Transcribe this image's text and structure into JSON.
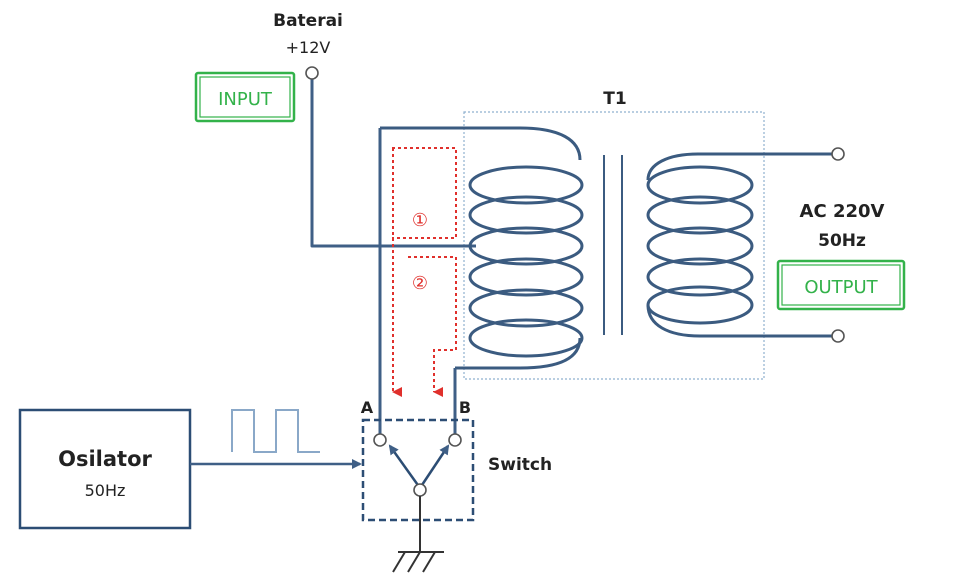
{
  "battery": {
    "title": "Baterai",
    "voltage": "+12V"
  },
  "input_label": "INPUT",
  "transformer": {
    "label": "T1"
  },
  "output": {
    "voltage": "AC 220V",
    "frequency": "50Hz",
    "label": "OUTPUT"
  },
  "oscillator": {
    "title": "Osilator",
    "frequency": "50Hz"
  },
  "switch": {
    "label": "Switch",
    "terminal_a": "A",
    "terminal_b": "B"
  },
  "current_paths": {
    "path_1": "①",
    "path_2": "②"
  },
  "colors": {
    "wire": "#3f5f86",
    "green": "#33b24a",
    "red": "#e0302c"
  }
}
